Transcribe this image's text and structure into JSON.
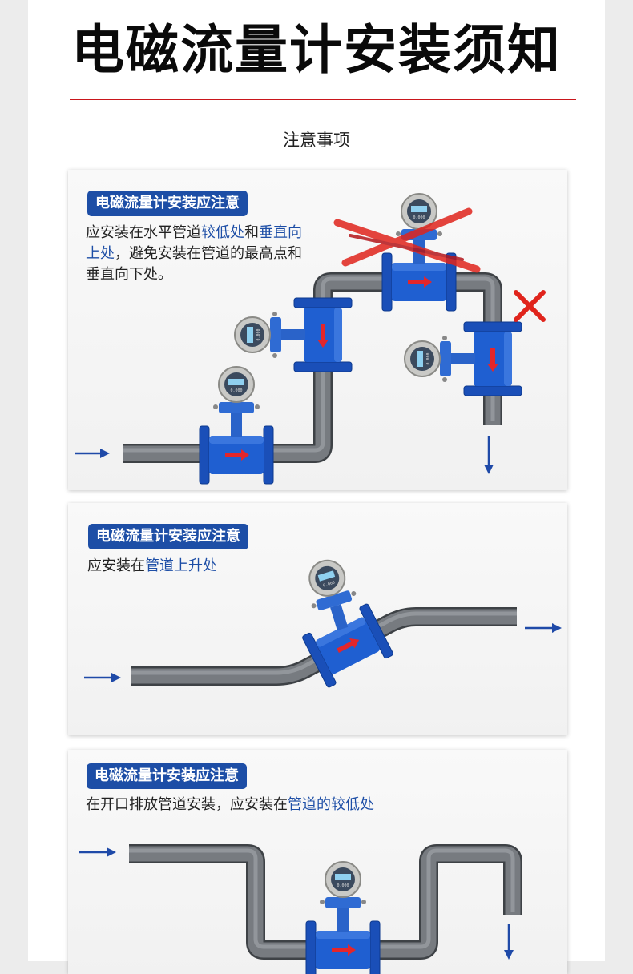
{
  "page": {
    "title": "电磁流量计安装须知",
    "subtitle": "注意事项"
  },
  "panels": [
    {
      "badge": "电磁流量计安装应注意",
      "desc_lines": [
        [
          {
            "t": "应安装在水平管道",
            "hl": false
          },
          {
            "t": "较低处",
            "hl": true
          },
          {
            "t": "和",
            "hl": false
          },
          {
            "t": "垂直向",
            "hl": true
          }
        ],
        [
          {
            "t": "上处",
            "hl": true
          },
          {
            "t": "，避免安装在管道的最高点和",
            "hl": false
          }
        ],
        [
          {
            "t": "垂直向下处。",
            "hl": false
          }
        ]
      ],
      "meter_label": "0.000"
    },
    {
      "badge": "电磁流量计安装应注意",
      "desc_lines": [
        [
          {
            "t": "应安装在",
            "hl": false
          },
          {
            "t": "管道上升处",
            "hl": true
          }
        ]
      ],
      "meter_label": "0.000"
    },
    {
      "badge": "电磁流量计安装应注意",
      "desc_lines": [
        [
          {
            "t": "在开口排放管道安装，应安装在",
            "hl": false
          },
          {
            "t": "管道的较低处",
            "hl": true
          }
        ]
      ],
      "meter_label": "0.000"
    }
  ],
  "colors": {
    "accent_red": "#c9161c",
    "brand_blue": "#1d4ea6",
    "meter_blue": "#1f5fd1",
    "pipe_gray": "#777b80",
    "arrow_blue": "#1f4aa8",
    "cross_red": "#e0241c"
  },
  "icons": [
    "flow-arrow-icon",
    "cross-mark-icon",
    "flow-meter-icon"
  ]
}
